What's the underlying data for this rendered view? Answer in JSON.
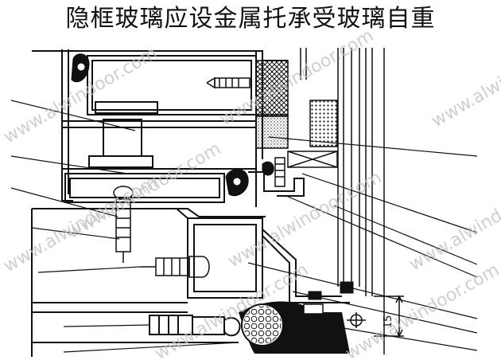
{
  "title": "隐框玻璃应设金属托承受玻璃自重",
  "watermark": "www.alwindoor.com",
  "dimension_label": "15",
  "colors": {
    "ink": "#111111",
    "paper": "#ffffff",
    "watermark": "#bfbfbf"
  }
}
